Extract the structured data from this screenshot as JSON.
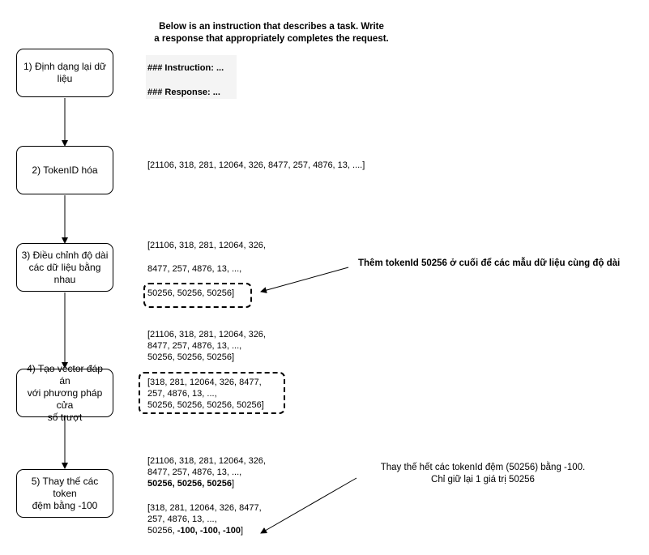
{
  "header": {
    "line1": "Below is an instruction that describes a task. Write",
    "line2": "a response that appropriately completes the request."
  },
  "template": {
    "instruction": "### Instruction: ...",
    "response": "### Response: ..."
  },
  "steps": [
    {
      "line1": "1) Định dạng lại dữ",
      "line2": "liệu"
    },
    {
      "line1": "2) TokenID hóa"
    },
    {
      "line1": "3) Điều chỉnh độ dài",
      "line2": "các dữ liệu bằng",
      "line3": "nhau"
    },
    {
      "line1": "4) Tạo vector đáp án",
      "line2": "với phương pháp cửa",
      "line3": "số trượt"
    },
    {
      "line1": "5) Thay thế các token",
      "line2": "đệm bằng -100"
    }
  ],
  "token_ids": "[21106, 318, 281, 12064, 326, 8477, 257, 4876, 13, ....]",
  "padded": {
    "line1": "[21106, 318, 281, 12064, 326,",
    "line2": "8477, 257, 4876, 13, ...,",
    "line3": "50256, 50256, 50256]"
  },
  "padding_note": "Thêm tokenId 50256 ở cuối để các mẫu dữ liệu cùng độ dài",
  "input_seq": {
    "line1": "[21106, 318, 281, 12064, 326,",
    "line2": "8477, 257, 4876, 13, ...,",
    "line3": "50256, 50256, 50256]"
  },
  "target_seq": {
    "line1": "[318, 281, 12064, 326, 8477,",
    "line2": "257, 4876, 13, ...,",
    "line3": "50256, 50256, 50256, 50256]"
  },
  "final_input": {
    "line1": "[21106, 318, 281, 12064, 326,",
    "line2": "8477, 257, 4876, 13, ...,",
    "line3_bold": "50256, 50256, 50256",
    "line3_end": "]"
  },
  "final_target": {
    "line1": "[318, 281, 12064, 326, 8477,",
    "line2": "257, 4876, 13, ...,",
    "line3_start": "50256, ",
    "line3_bold": "-100, -100, -100",
    "line3_end": "]"
  },
  "replace_note": {
    "line1": "Thay thế hết các tokenId đệm (50256) bằng -100.",
    "line2": "Chỉ giữ lại 1 giá trị 50256"
  }
}
